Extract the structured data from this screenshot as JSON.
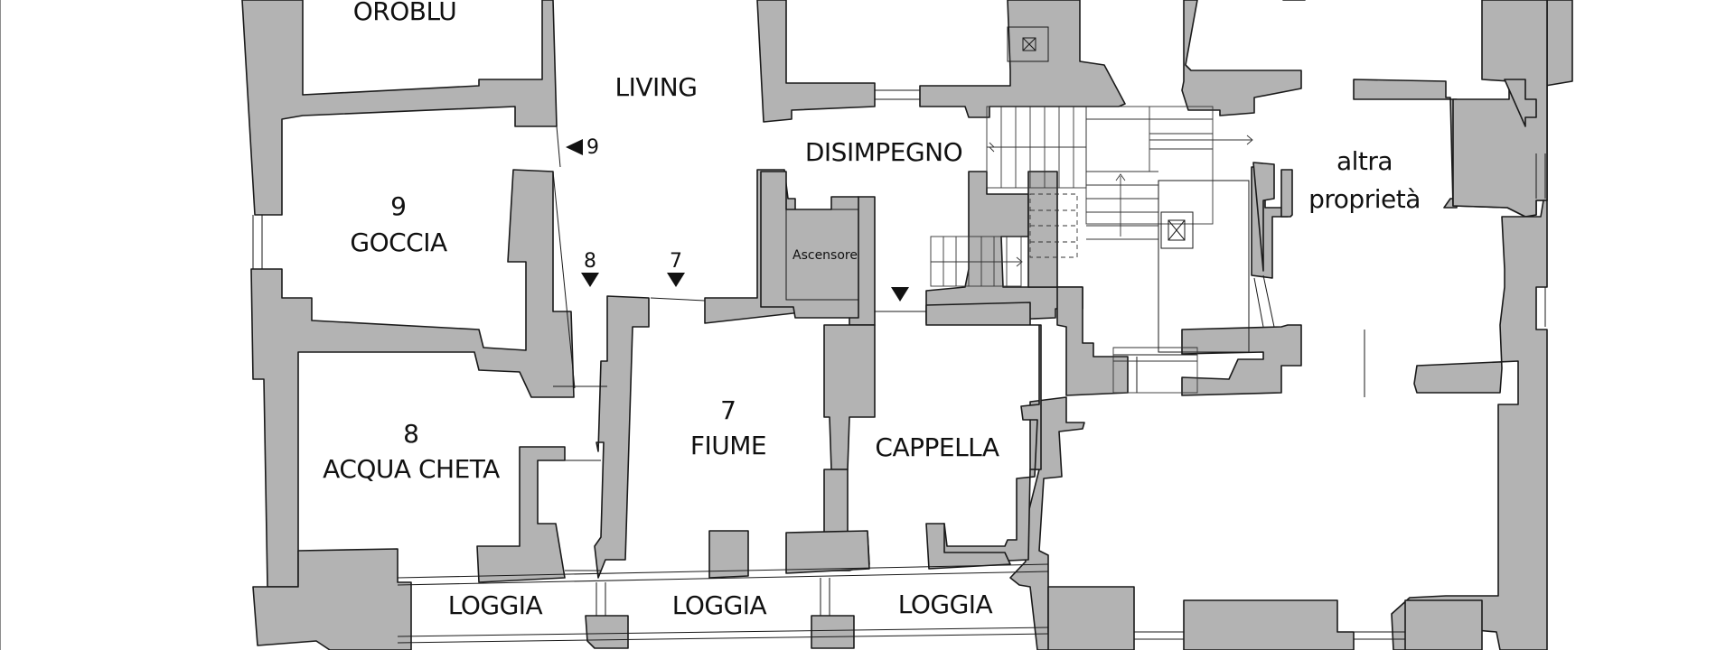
{
  "rooms": {
    "oroblu": "OROBLU",
    "living": "LIVING",
    "disimpegno": "DISIMPEGNO",
    "ascensore": "Ascensore",
    "altra_line1": "altra",
    "altra_line2": "proprietà",
    "goccia_num": "9",
    "goccia": "GOCCIA",
    "acqua_num": "8",
    "acqua": "ACQUA CHETA",
    "fiume_num": "7",
    "fiume": "FIUME",
    "cappella": "CAPPELLA",
    "loggia_1": "LOGGIA",
    "loggia_2": "LOGGIA",
    "loggia_3": "LOGGIA"
  },
  "markers": {
    "m9": "9",
    "m8": "8",
    "m7": "7"
  },
  "colors": {
    "wall_fill": "#b3b3b3",
    "stroke": "#1a1a1a",
    "background": "#ffffff"
  }
}
